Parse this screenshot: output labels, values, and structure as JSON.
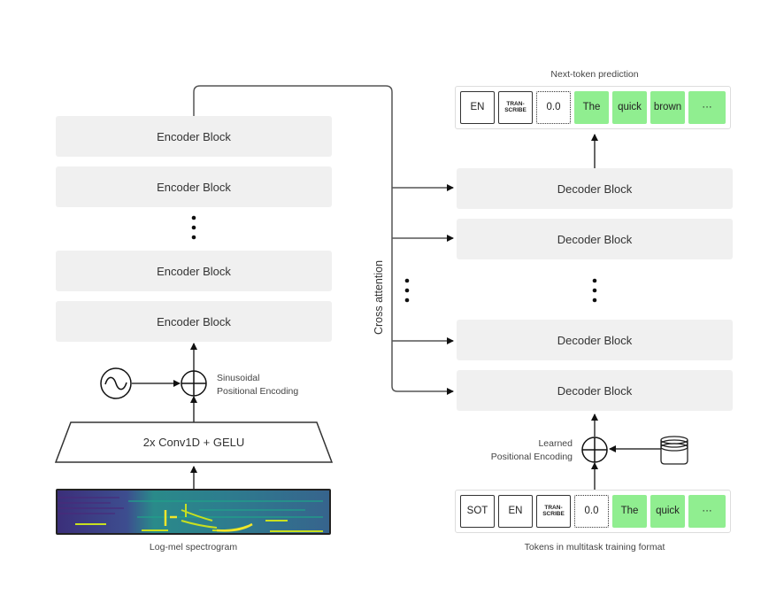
{
  "title": "Whisper model architecture",
  "encoder": {
    "blocks": [
      "Encoder Block",
      "Encoder Block",
      "Encoder Block",
      "Encoder Block"
    ],
    "ellipsis": "⋮",
    "conv_label": "2x Conv1D + GELU",
    "positional_label_line1": "Sinusoidal",
    "positional_label_line2": "Positional Encoding",
    "input_label": "Log-mel spectrogram",
    "sine_icon": "sine-wave-icon",
    "add_icon": "circle-plus-icon"
  },
  "cross_attention_label": "Cross attention",
  "decoder": {
    "blocks": [
      "Decoder Block",
      "Decoder Block",
      "Decoder Block",
      "Decoder Block"
    ],
    "ellipsis": "⋮",
    "positional_label_line1": "Learned",
    "positional_label_line2": "Positional Encoding",
    "embedding_icon": "database-cylinder-icon",
    "add_icon": "circle-plus-icon"
  },
  "output_tokens": {
    "label": "Next-token prediction",
    "tokens": [
      {
        "text": "EN",
        "style": "plain"
      },
      {
        "text": "TRAN-\nSCRIBE",
        "style": "small"
      },
      {
        "text": "0.0",
        "style": "dotted"
      },
      {
        "text": "The",
        "style": "green"
      },
      {
        "text": "quick",
        "style": "green"
      },
      {
        "text": "brown",
        "style": "green"
      },
      {
        "text": "···",
        "style": "green"
      }
    ]
  },
  "input_tokens": {
    "label": "Tokens in multitask training format",
    "tokens": [
      {
        "text": "SOT",
        "style": "plain"
      },
      {
        "text": "EN",
        "style": "plain"
      },
      {
        "text": "TRAN-\nSCRIBE",
        "style": "small"
      },
      {
        "text": "0.0",
        "style": "dotted"
      },
      {
        "text": "The",
        "style": "green"
      },
      {
        "text": "quick",
        "style": "green"
      },
      {
        "text": "···",
        "style": "green"
      }
    ]
  },
  "colors": {
    "block_bg": "#f0f0f0",
    "token_green": "#90ee90",
    "line": "#333333"
  }
}
